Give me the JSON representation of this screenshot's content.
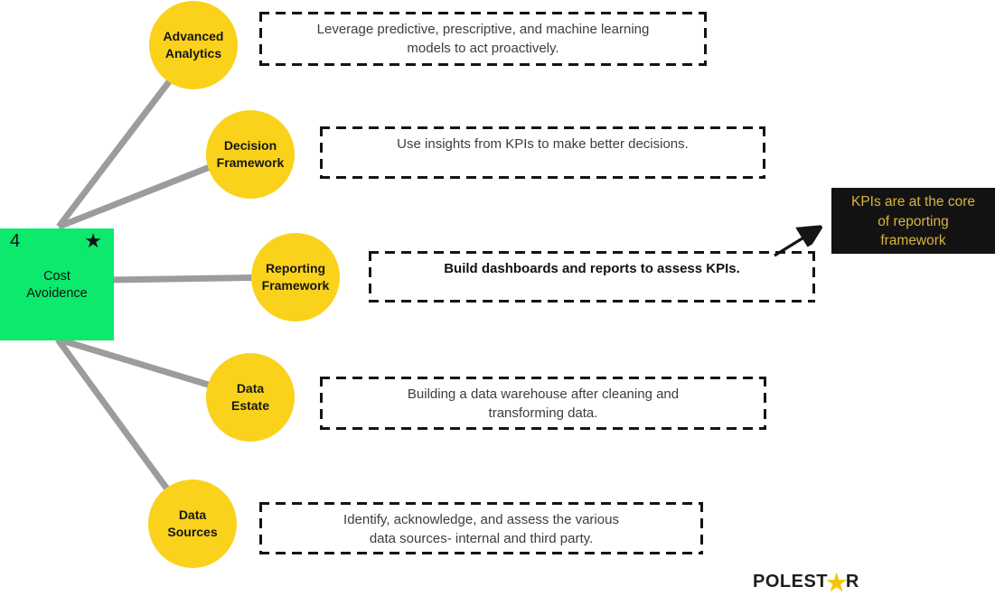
{
  "center_node": {
    "number": "4",
    "star_icon": "★",
    "label": "Cost\nAvoidence"
  },
  "branches": [
    {
      "label": "Advanced\nAnalytics",
      "description": "Leverage predictive, prescriptive, and machine learning\nmodels to act proactively."
    },
    {
      "label": "Decision\nFramework",
      "description": "Use insights from KPIs to make better decisions."
    },
    {
      "label": "Reporting\nFramework",
      "description": "Build dashboards and reports to assess KPIs."
    },
    {
      "label": "Data\nEstate",
      "description": "Building a data warehouse after cleaning and\ntransforming data."
    },
    {
      "label": "Data\nSources",
      "description": "Identify, acknowledge, and assess the various\ndata sources- internal and third party."
    }
  ],
  "callout": {
    "text": "KPIs are at the core\nof reporting\nframework"
  },
  "logo": {
    "part1": "POLEST",
    "star": "★",
    "part2": "R"
  },
  "colors": {
    "node_green": "#0CE96D",
    "circle_yellow": "#FAD21B",
    "line_gray": "#9C9C9C",
    "callout_bg": "#131313",
    "callout_text": "#DCB33F",
    "logo_star": "#F4C611"
  }
}
